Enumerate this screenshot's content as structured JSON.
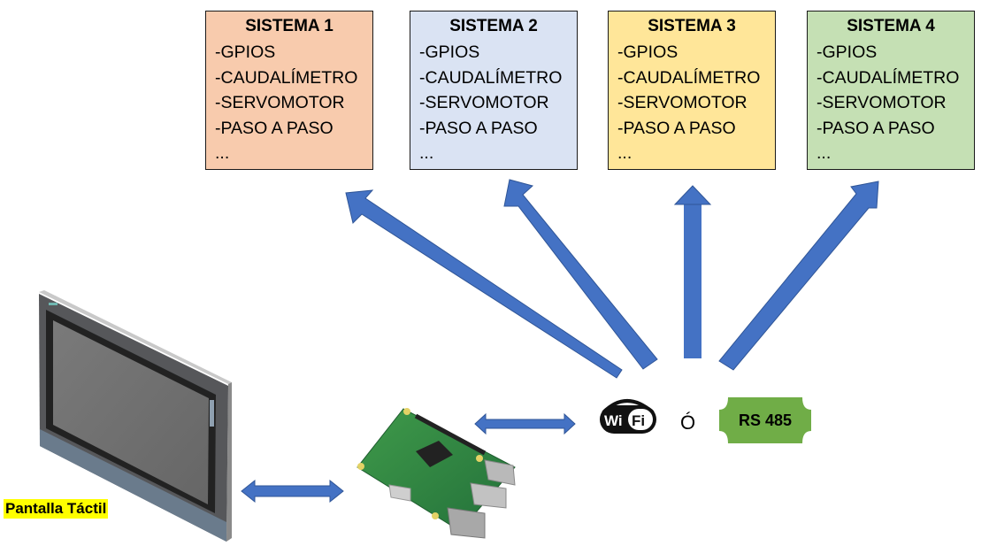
{
  "diagram": {
    "systems": [
      {
        "title": "SISTEMA 1",
        "color": "#f8cbad",
        "items": [
          "-GPIOS",
          "-CAUDALÍMETRO",
          "-SERVOMOTOR",
          "-PASO A PASO",
          "..."
        ]
      },
      {
        "title": "SISTEMA 2",
        "color": "#dae3f3",
        "items": [
          "-GPIOS",
          "-CAUDALÍMETRO",
          "-SERVOMOTOR",
          "-PASO A PASO",
          "..."
        ]
      },
      {
        "title": "SISTEMA 3",
        "color": "#ffe699",
        "items": [
          "-GPIOS",
          "-CAUDALÍMETRO",
          "-SERVOMOTOR",
          "-PASO A PASO",
          "..."
        ]
      },
      {
        "title": "SISTEMA 4",
        "color": "#c5e0b4",
        "items": [
          "-GPIOS",
          "-CAUDALÍMETRO",
          "-SERVOMOTOR",
          "-PASO A PASO",
          "..."
        ]
      }
    ],
    "touch_screen_label": "Pantalla Táctil",
    "touch_screen_label_bg": "#ffff00",
    "wifi_logo": {
      "left": "Wi",
      "right": "Fi"
    },
    "or_label": "Ó",
    "rs485_label": "RS 485",
    "rs485_color": "#70ad47",
    "arrow_color": "#4472c4"
  }
}
